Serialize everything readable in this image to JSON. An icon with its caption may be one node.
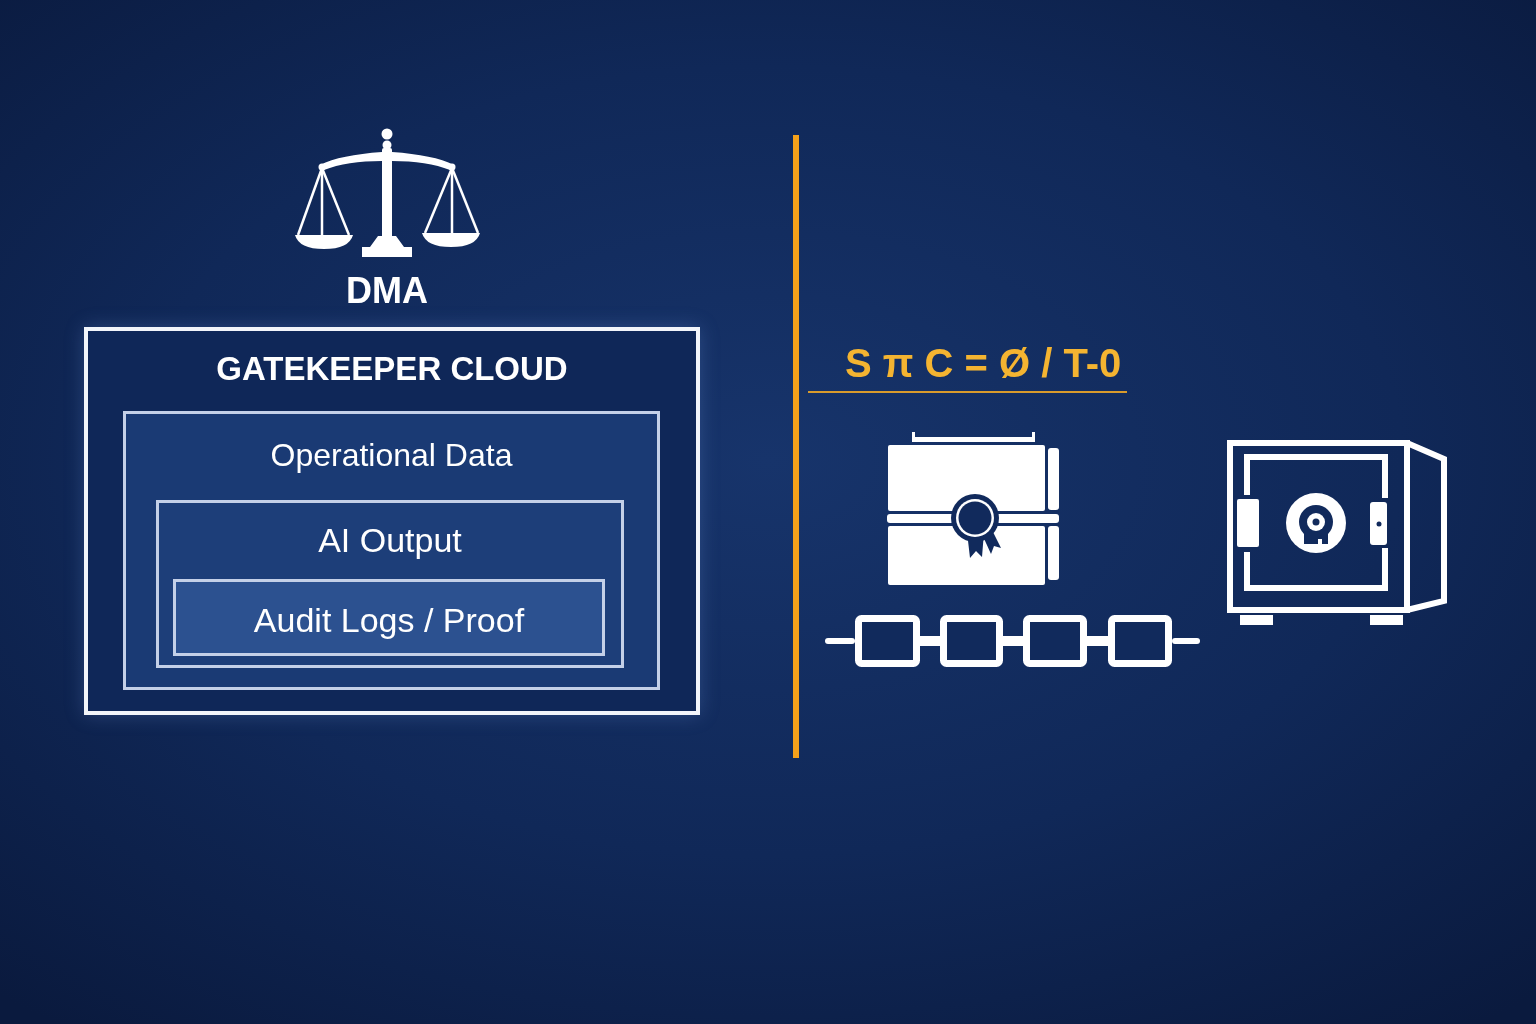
{
  "diagram": {
    "nodes": [
      {
        "text": [
          "GATEKEEPER CLOUD"
        ]
      },
      {
        "text": [
          "Operational Data"
        ],
        "in": 0
      },
      {
        "text": [
          "AI Output"
        ],
        "in": 1
      },
      {
        "text": [
          "Audit Logs / Proof"
        ],
        "in": 2
      }
    ],
    "labels": [
      "DMA",
      "S π C = Ø / T-0"
    ]
  }
}
